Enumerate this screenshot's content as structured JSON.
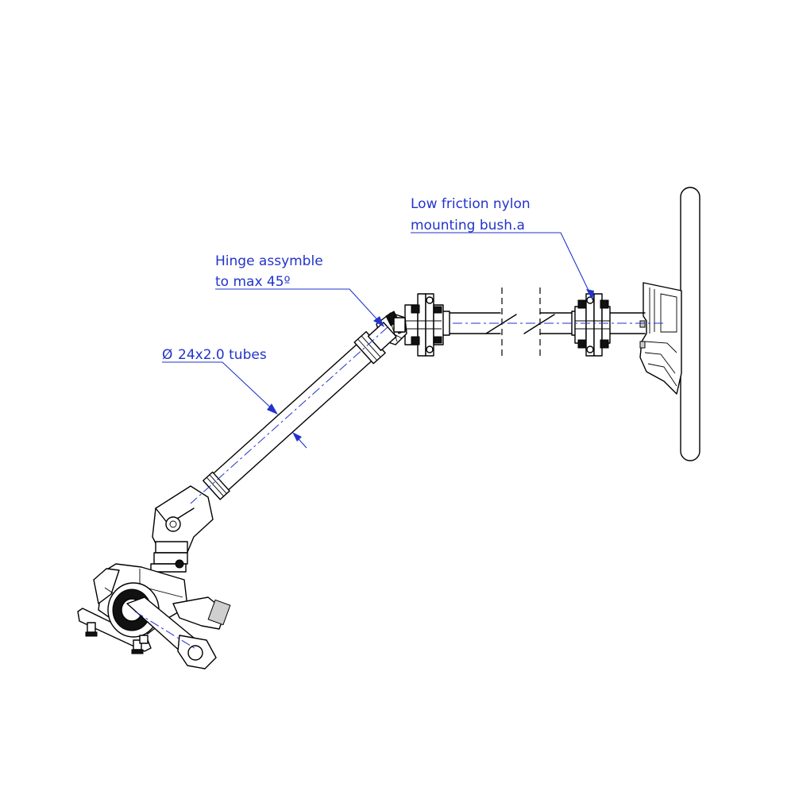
{
  "annotations": {
    "bush_line1": "Low friction nylon",
    "bush_line2": "mounting bush.a",
    "hinge_line1": "Hinge assymble",
    "hinge_line2": "to max 45º",
    "tube_text": "24x2.0 tubes",
    "diameter_symbol": "Ø"
  },
  "colors": {
    "annotation": "#2233cc",
    "line": "#000000"
  }
}
